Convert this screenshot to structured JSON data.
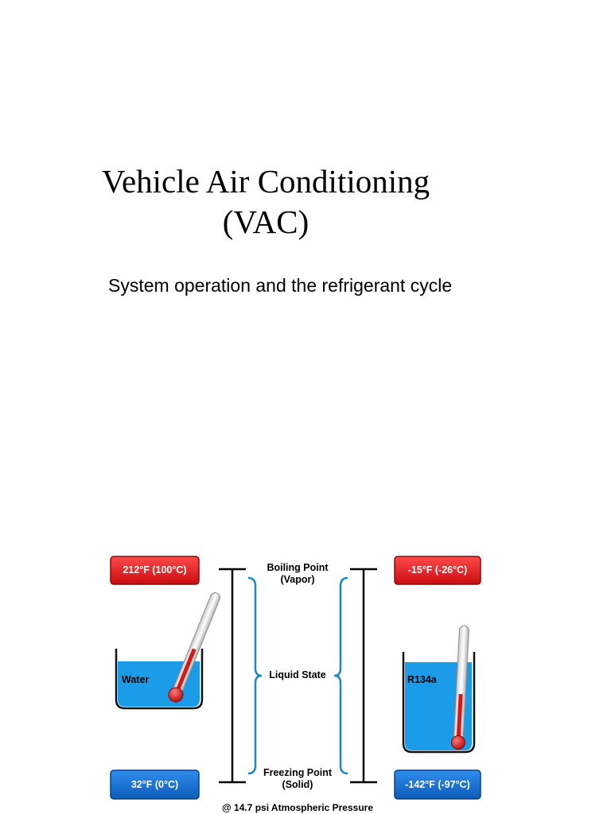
{
  "slide": {
    "title_line1": "Vehicle Air Conditioning",
    "title_line2": "(VAC)",
    "subtitle": "System operation and the refrigerant cycle"
  },
  "diagram": {
    "water_boiling": "212°F (100°C)",
    "water_freezing": "32°F (0°C)",
    "r134a_boiling": "-15°F (-26°C)",
    "r134a_freezing": "-142°F (-97°C)",
    "boiling_line1": "Boiling Point",
    "boiling_line2": "(Vapor)",
    "liquid_state": "Liquid State",
    "freezing_line1": "Freezing Point",
    "freezing_line2": "(Solid)",
    "water_label": "Water",
    "r134a_label": "R134a",
    "pressure_note": "@ 14.7 psi Atmospheric Pressure",
    "colors": {
      "hot_box": "#e8141a",
      "cold_box": "#1576d6",
      "liquid": "#1a9ce8",
      "bracket": "#1a89c9",
      "mercury": "#d31a1a"
    }
  }
}
